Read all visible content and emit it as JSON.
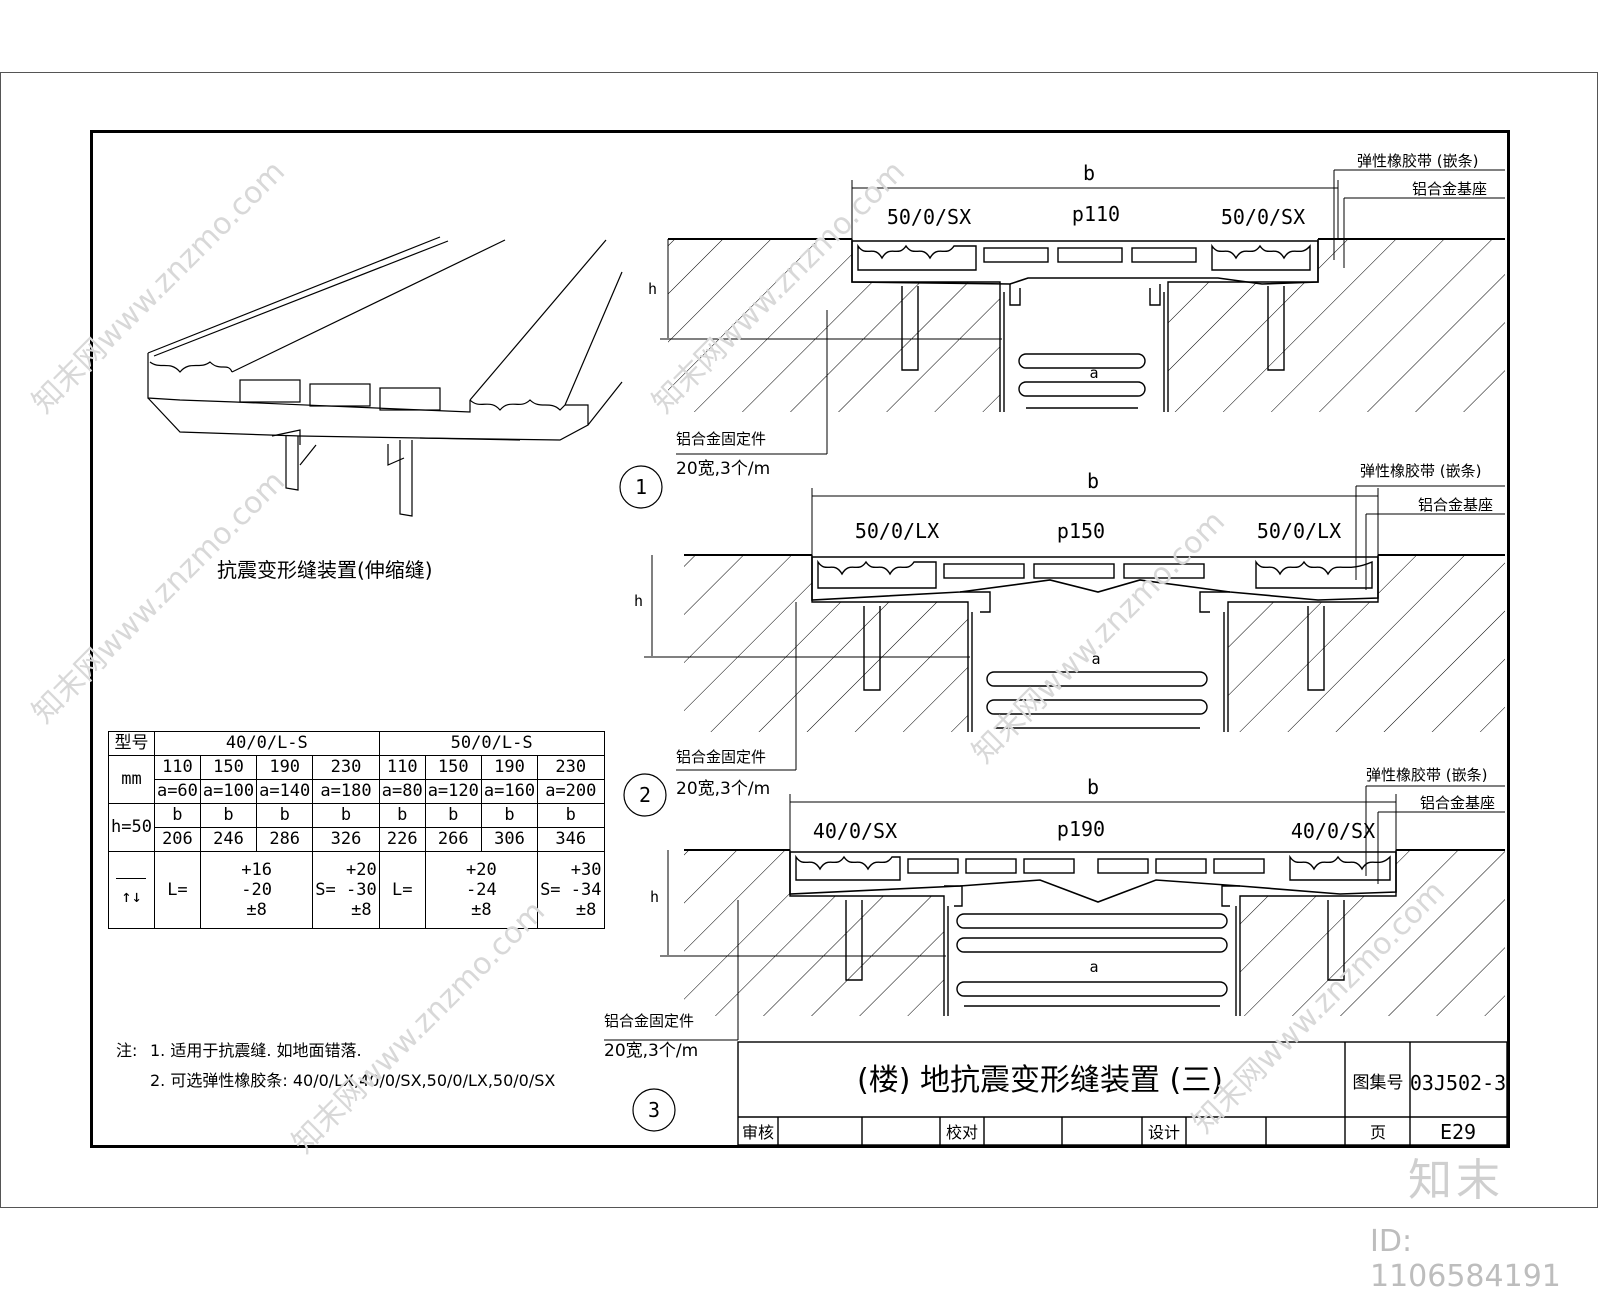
{
  "perspective_title": "抗震变形缝装置(伸缩缝)",
  "details": [
    {
      "num": "1",
      "b": "b",
      "left_label": "50/0/SX",
      "center_label": "p110",
      "right_label": "50/0/SX",
      "a": "a",
      "h": "h",
      "callout1": "弹性橡胶带 (嵌条)",
      "callout2": "铝合金基座",
      "anchor_line1": "铝合金固定件",
      "anchor_line2": "20宽,3个/m"
    },
    {
      "num": "2",
      "b": "b",
      "left_label": "50/0/LX",
      "center_label": "p150",
      "right_label": "50/0/LX",
      "a": "a",
      "h": "h",
      "callout1": "弹性橡胶带 (嵌条)",
      "callout2": "铝合金基座",
      "anchor_line1": "铝合金固定件",
      "anchor_line2": "20宽,3个/m"
    },
    {
      "num": "3",
      "b": "b",
      "left_label": "40/0/SX",
      "center_label": "p190",
      "right_label": "40/0/SX",
      "a": "a",
      "h": "h",
      "callout1": "弹性橡胶带 (嵌条)",
      "callout2": "铝合金基座",
      "anchor_line1": "铝合金固定件",
      "anchor_line2": "20宽,3个/m"
    }
  ],
  "table": {
    "model_label": "型号",
    "group1": "40/0/L-S",
    "group2": "50/0/L-S",
    "mm_label": "mm",
    "sizes": [
      "110",
      "150",
      "190",
      "230",
      "110",
      "150",
      "190",
      "230"
    ],
    "a_values": [
      "a=60",
      "a=100",
      "a=140",
      "a=180",
      "a=80",
      "a=120",
      "a=160",
      "a=200"
    ],
    "h_label": "h=50",
    "b_header": [
      "b",
      "b",
      "b",
      "b",
      "b",
      "b",
      "b",
      "b"
    ],
    "b_values": [
      "206",
      "246",
      "286",
      "326",
      "226",
      "266",
      "306",
      "346"
    ],
    "mv_icon": "↑↓",
    "L_label": "L=",
    "S_label": "S=",
    "mv1": [
      "+16",
      "-20",
      "±8"
    ],
    "mv2": [
      "+20",
      "-30",
      "±8"
    ],
    "mv3": [
      "+20",
      "-24",
      "±8"
    ],
    "mv4": [
      "+30",
      "-34",
      "±8"
    ]
  },
  "notes": {
    "label": "注:",
    "n1": "1. 适用于抗震缝. 如地面错落.",
    "n2": "2.  可选弹性橡胶条:  40/0/LX,40/0/SX,50/0/LX,50/0/SX"
  },
  "title_block": {
    "title": "(楼) 地抗震变形缝装置 (三)",
    "atlas_label": "图集号",
    "atlas_no": "03J502-3",
    "review": "审核",
    "check": "校对",
    "design": "设计",
    "page_label": "页",
    "page_no": "E29"
  },
  "watermark": {
    "brand": "知末",
    "id": "ID: 1106584191",
    "site": "知末网www.znzmo.com"
  }
}
